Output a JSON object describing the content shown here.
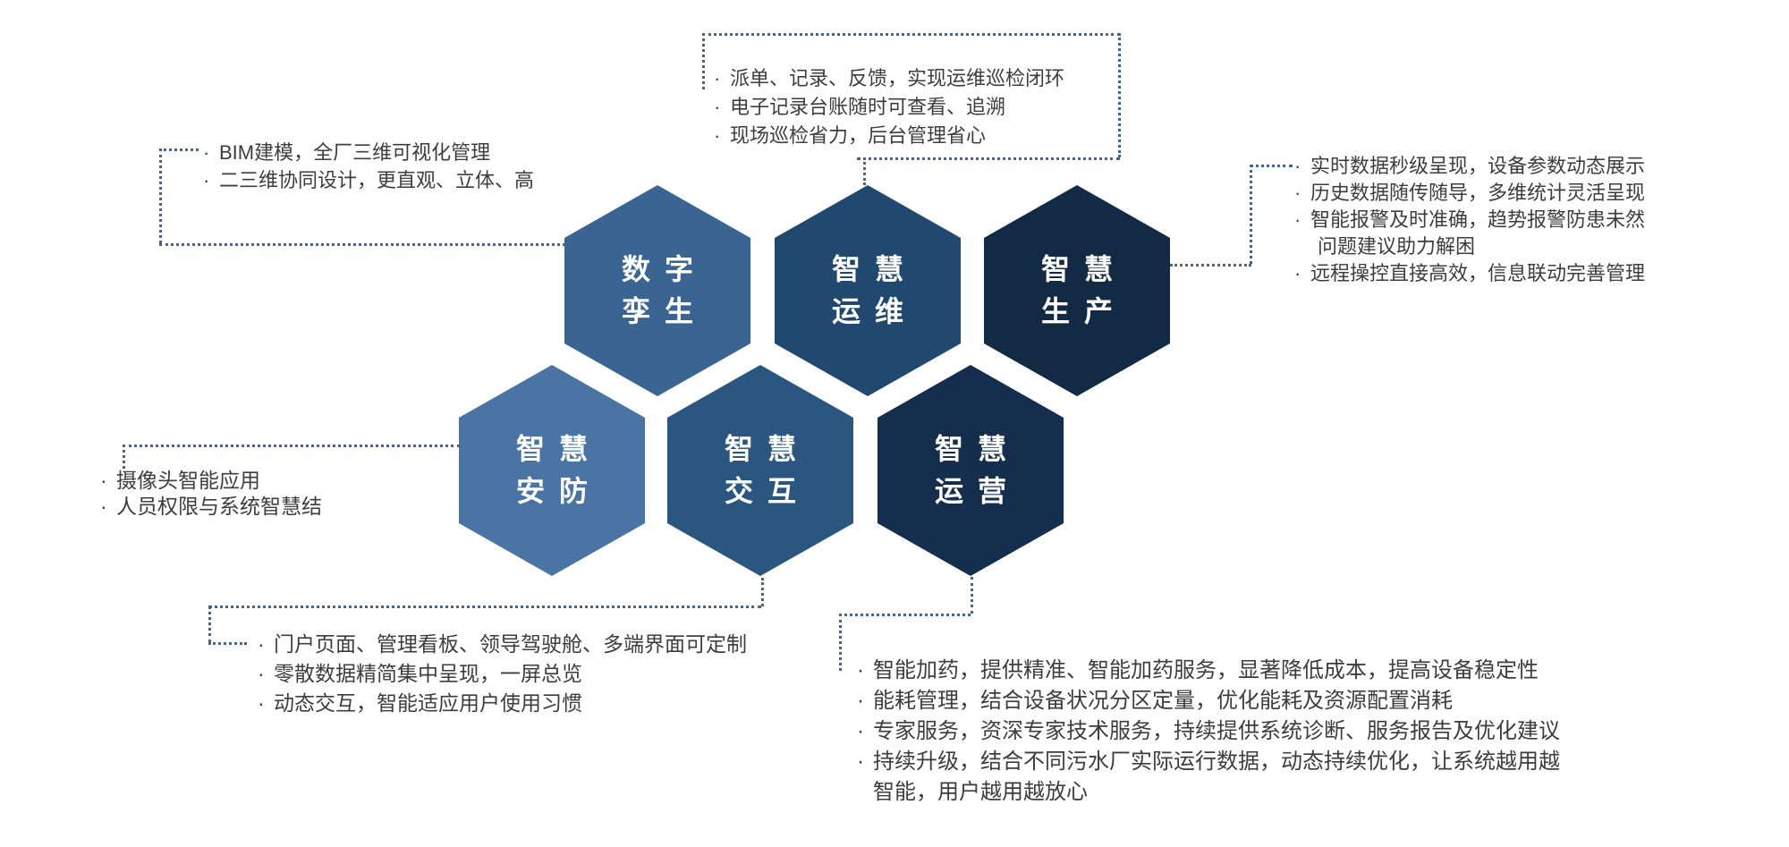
{
  "diagram": {
    "bullet": "·",
    "colors": {
      "hex_digital_twin": "#3a6593",
      "hex_smart_om": "#21486e",
      "hex_smart_production": "#122a44",
      "hex_smart_security": "#4a74a3",
      "hex_smart_interaction": "#2b5680",
      "hex_smart_operations": "#152e4d",
      "dotted_line": "#456689",
      "body_text": "#3d3d3d",
      "hex_label_text": "#ffffff"
    },
    "hexagons": [
      {
        "name": "digital-twin",
        "line1": "数字",
        "line2": "孪生",
        "color": "#3a6593"
      },
      {
        "name": "smart-om",
        "line1": "智慧",
        "line2": "运维",
        "color": "#21486e"
      },
      {
        "name": "smart-production",
        "line1": "智慧",
        "line2": "生产",
        "color": "#122a44"
      },
      {
        "name": "smart-security",
        "line1": "智慧",
        "line2": "安防",
        "color": "#4a74a3"
      },
      {
        "name": "smart-interaction",
        "line1": "智慧",
        "line2": "交互",
        "color": "#2b5680"
      },
      {
        "name": "smart-operations",
        "line1": "智慧",
        "line2": "运营",
        "color": "#152e4d"
      }
    ],
    "callouts": {
      "digital_twin": {
        "lines": [
          "BIM建模，全厂三维可视化管理",
          "二三维协同设计，更直观、立体、高"
        ]
      },
      "smart_om": {
        "lines": [
          "派单、记录、反馈，实现运维巡检闭环",
          "电子记录台账随时可查看、追溯",
          "现场巡检省力，后台管理省心"
        ]
      },
      "smart_production": {
        "lines": [
          "实时数据秒级呈现，设备参数动态展示",
          "历史数据随传随导，多维统计灵活呈现",
          "智能报警及时准确，趋势报警防患未然",
          "问题建议助力解困",
          "远程操控直接高效，信息联动完善管理"
        ]
      },
      "smart_security": {
        "lines": [
          "摄像头智能应用",
          "人员权限与系统智慧结"
        ]
      },
      "smart_interaction": {
        "lines": [
          "门户页面、管理看板、领导驾驶舱、多端界面可定制",
          "零散数据精简集中呈现，一屏总览",
          "动态交互，智能适应用户使用习惯"
        ]
      },
      "smart_operations": {
        "lines": [
          "智能加药，提供精准、智能加药服务，显著降低成本，提高设备稳定性",
          "能耗管理，结合设备状况分区定量，优化能耗及资源配置消耗",
          "专家服务，资深专家技术服务，持续提供系统诊断、服务报告及优化建议",
          "持续升级，结合不同污水厂实际运行数据，动态持续优化，让系统越用越",
          "智能，用户越用越放心"
        ]
      }
    }
  }
}
